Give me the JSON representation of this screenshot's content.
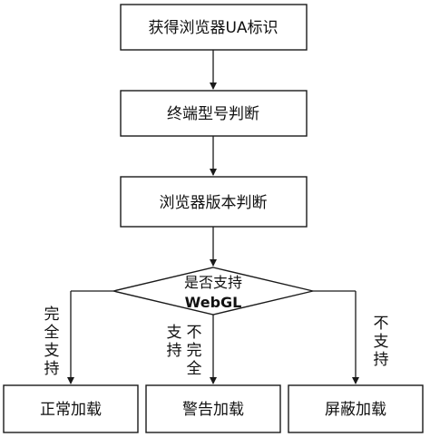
{
  "steps": [
    {
      "text": "获得浏览器UA标识"
    },
    {
      "text": "终端型号判断"
    },
    {
      "text": "浏览器版本判断"
    }
  ],
  "decision": {
    "line1": "是否支持",
    "line2": "WebGL"
  },
  "outcomes": [
    {
      "text": "正常加载",
      "edge_label": [
        "完",
        "全",
        "支",
        "持"
      ]
    },
    {
      "text": "警告加载",
      "edge_label_left": [
        "支",
        "持"
      ],
      "edge_label_right": [
        "不",
        "完",
        "全"
      ]
    },
    {
      "text": "屏蔽加载",
      "edge_label": [
        "不",
        "支",
        "持"
      ]
    }
  ]
}
